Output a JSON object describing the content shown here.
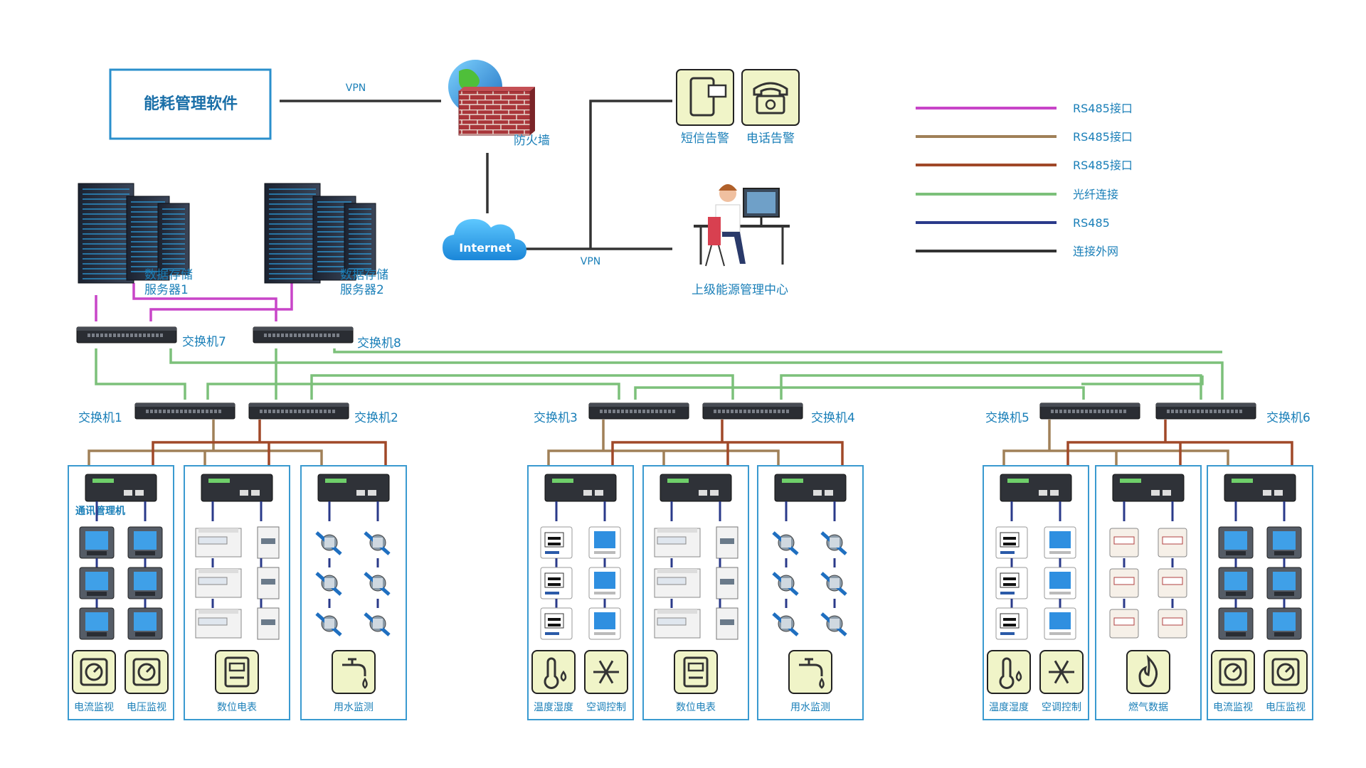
{
  "software_box": {
    "label": "能耗管理软件"
  },
  "links": {
    "vpn_top": "VPN",
    "vpn_bottom": "VPN"
  },
  "firewall": {
    "label": "防火墙"
  },
  "internet": {
    "label": "Internet"
  },
  "alerts": {
    "sms": "短信告警",
    "phone": "电话告警"
  },
  "center": {
    "label": "上级能源管理中心"
  },
  "servers": [
    {
      "line1": "数据存储",
      "line2": "服务器1"
    },
    {
      "line1": "数据存储",
      "line2": "服务器2"
    }
  ],
  "switches": {
    "s7": "交换机7",
    "s8": "交换机8",
    "s1": "交换机1",
    "s2": "交换机2",
    "s3": "交换机3",
    "s4": "交换机4",
    "s5": "交换机5",
    "s6": "交换机6"
  },
  "comm_manager": "通讯管理机",
  "legend": [
    {
      "label": "RS485接口",
      "color": "#c845c8"
    },
    {
      "label": "RS485接口",
      "color": "#a08058"
    },
    {
      "label": "RS485接口",
      "color": "#a04828"
    },
    {
      "label": "光纤连接",
      "color": "#7cc07a"
    },
    {
      "label": "RS485",
      "color": "#2a3a8a"
    },
    {
      "label": "连接外网",
      "color": "#333333"
    }
  ],
  "panels": [
    {
      "device": "monitor",
      "captions": [
        "电流监视",
        "电压监视"
      ],
      "icons": [
        "gauge-icon",
        "gauge-icon"
      ]
    },
    {
      "device": "meter",
      "captions": [
        "数位电表"
      ],
      "icons": [
        "meter-icon"
      ]
    },
    {
      "device": "water",
      "captions": [
        "用水监测"
      ],
      "icons": [
        "faucet-icon"
      ]
    },
    {
      "device": "thermo",
      "captions": [
        "温度湿度",
        "空调控制"
      ],
      "icons": [
        "thermometer-icon",
        "snowflake-icon"
      ]
    },
    {
      "device": "meter",
      "captions": [
        "数位电表"
      ],
      "icons": [
        "meter-icon"
      ]
    },
    {
      "device": "water",
      "captions": [
        "用水监测"
      ],
      "icons": [
        "faucet-icon"
      ]
    },
    {
      "device": "thermo",
      "captions": [
        "温度湿度",
        "空调控制"
      ],
      "icons": [
        "thermometer-icon",
        "snowflake-icon"
      ]
    },
    {
      "device": "gas",
      "captions": [
        "燃气数据"
      ],
      "icons": [
        "flame-icon"
      ]
    },
    {
      "device": "monitor",
      "captions": [
        "电流监视",
        "电压监视"
      ],
      "icons": [
        "gauge-icon",
        "gauge-icon"
      ]
    }
  ],
  "colors": {
    "accent": "#1a7fb8",
    "panel_border": "#3a9ad0",
    "rs485_blue": "#2a3a8a"
  }
}
